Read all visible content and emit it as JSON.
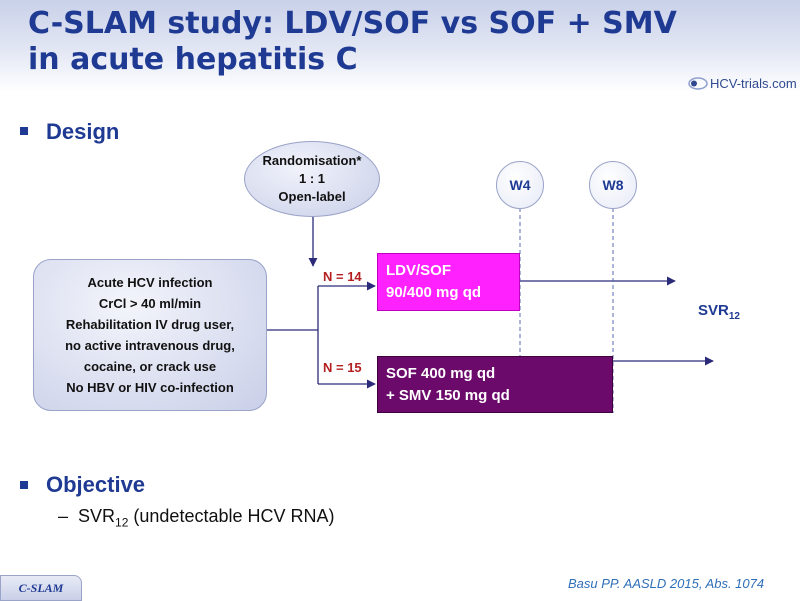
{
  "title": {
    "line1": "C-SLAM study: LDV/SOF vs SOF + SMV",
    "line2": "in acute hepatitis C"
  },
  "logo": {
    "text": "HCV-trials.com"
  },
  "sections": {
    "design": "Design",
    "objective": "Objective"
  },
  "objective_item": {
    "dash": "–",
    "svr_main": "SVR",
    "svr_sub": "12",
    "detail": " (undetectable HCV RNA)"
  },
  "randomisation": {
    "lines": [
      "Randomisation*",
      "1 : 1",
      "Open-label"
    ]
  },
  "criteria": {
    "lines": [
      "Acute HCV infection",
      "CrCl > 40 ml/min",
      "Rehabilitation IV drug user,",
      "no active intravenous drug,",
      "cocaine, or crack use",
      "No HBV or HIV co-infection"
    ]
  },
  "weeks": [
    "W4",
    "W8"
  ],
  "arms": [
    {
      "n": "N = 14",
      "line1": "LDV/SOF",
      "line2": "90/400 mg qd",
      "color": "#ff22ff"
    },
    {
      "n": "N = 15",
      "line1": "SOF 400 mg qd",
      "line2": "+ SMV 150 mg qd",
      "color": "#6b0a6b"
    }
  ],
  "outcome": {
    "main": "SVR",
    "sub": "12"
  },
  "footer": {
    "tab": "C-SLAM",
    "citation": "Basu PP. AASLD 2015, Abs. 1074"
  },
  "colors": {
    "heading": "#1f3a93",
    "n_label": "#b41f1f",
    "citation": "#2f6fb8",
    "arrow": "#2b2b7a"
  }
}
